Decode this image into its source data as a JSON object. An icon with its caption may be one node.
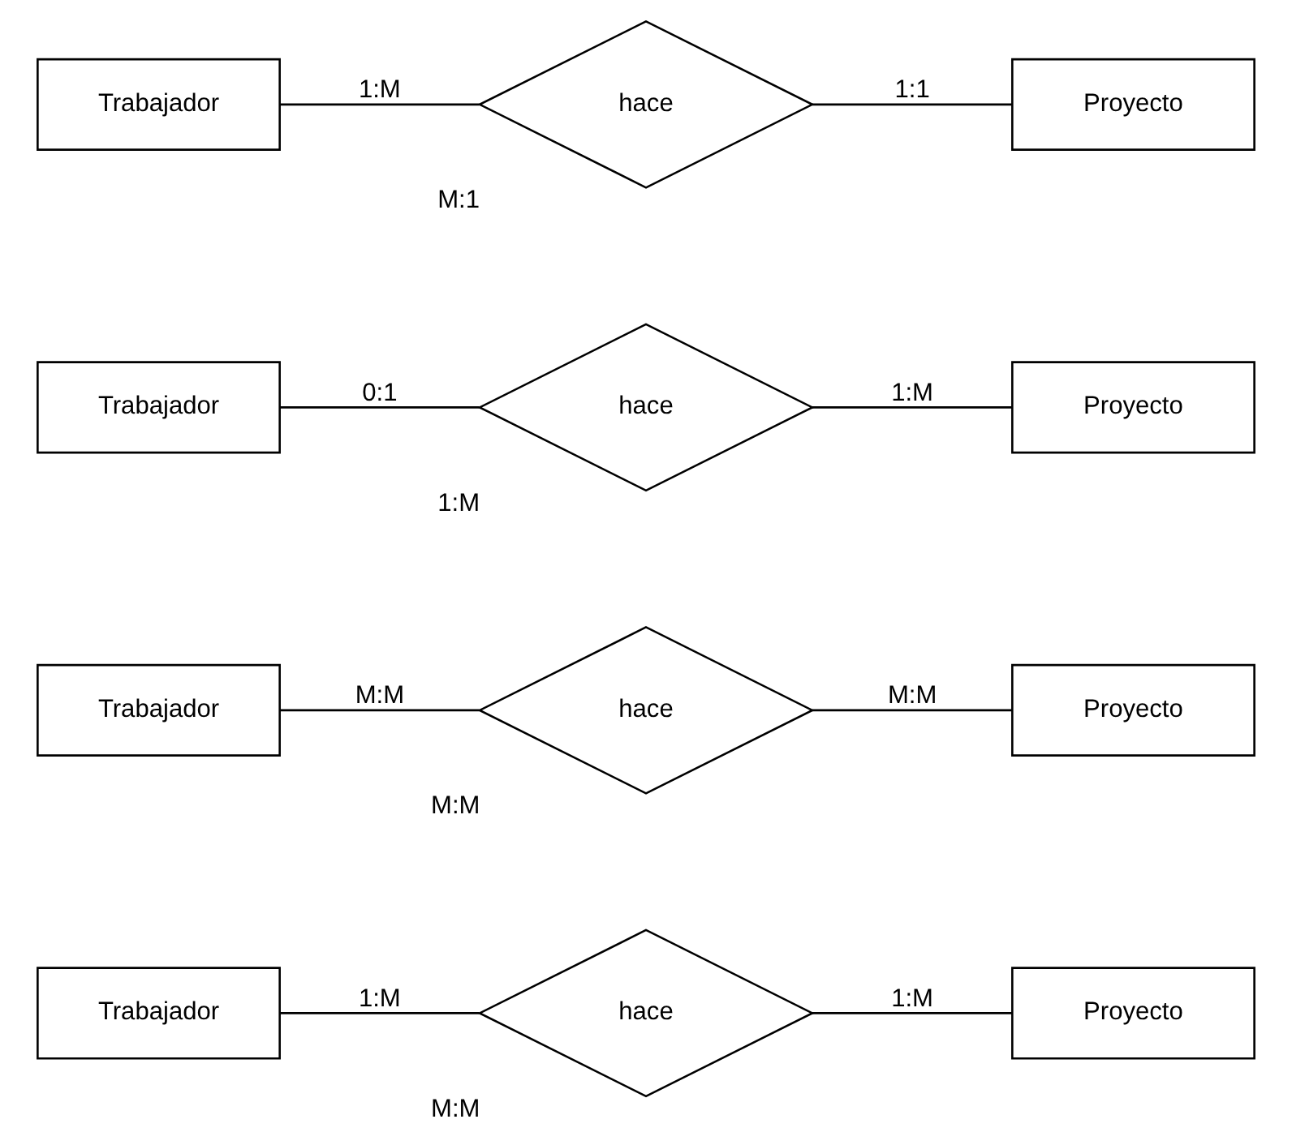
{
  "diagram": {
    "nodes": [
      {
        "text": [
          "Trabajador"
        ]
      },
      {
        "text": [
          "hace"
        ],
        "beside": [
          "M:M"
        ]
      },
      {
        "text": [
          "Proyecto"
        ]
      },
      {
        "text": [
          "Trabajador"
        ]
      },
      {
        "text": [
          "hace"
        ],
        "beside": [
          "M:M"
        ]
      },
      {
        "text": [
          "Proyecto"
        ]
      },
      {
        "text": [
          "Trabajador"
        ]
      },
      {
        "text": [
          "hace"
        ],
        "beside": [
          "1:M"
        ]
      },
      {
        "text": [
          "Proyecto"
        ]
      },
      {
        "text": [
          "Trabajador"
        ]
      },
      {
        "text": [
          "hace"
        ],
        "beside": [
          "M:1"
        ]
      },
      {
        "text": [
          "Proyecto"
        ]
      }
    ],
    "edges": [
      {
        "from": 0,
        "to": 1,
        "arrow": "none",
        "label": "1:M"
      },
      {
        "from": 1,
        "to": 2,
        "arrow": "none",
        "label": "1:M"
      },
      {
        "from": 3,
        "to": 4,
        "arrow": "none",
        "label": "M:M"
      },
      {
        "from": 4,
        "to": 5,
        "arrow": "none",
        "label": "M:M"
      },
      {
        "from": 6,
        "to": 7,
        "arrow": "none",
        "label": "0:1"
      },
      {
        "from": 7,
        "to": 8,
        "arrow": "none",
        "label": "1:M"
      },
      {
        "from": 9,
        "to": 10,
        "arrow": "none",
        "label": "1:M"
      },
      {
        "from": 10,
        "to": 11,
        "arrow": "none",
        "label": "1:1"
      }
    ]
  }
}
